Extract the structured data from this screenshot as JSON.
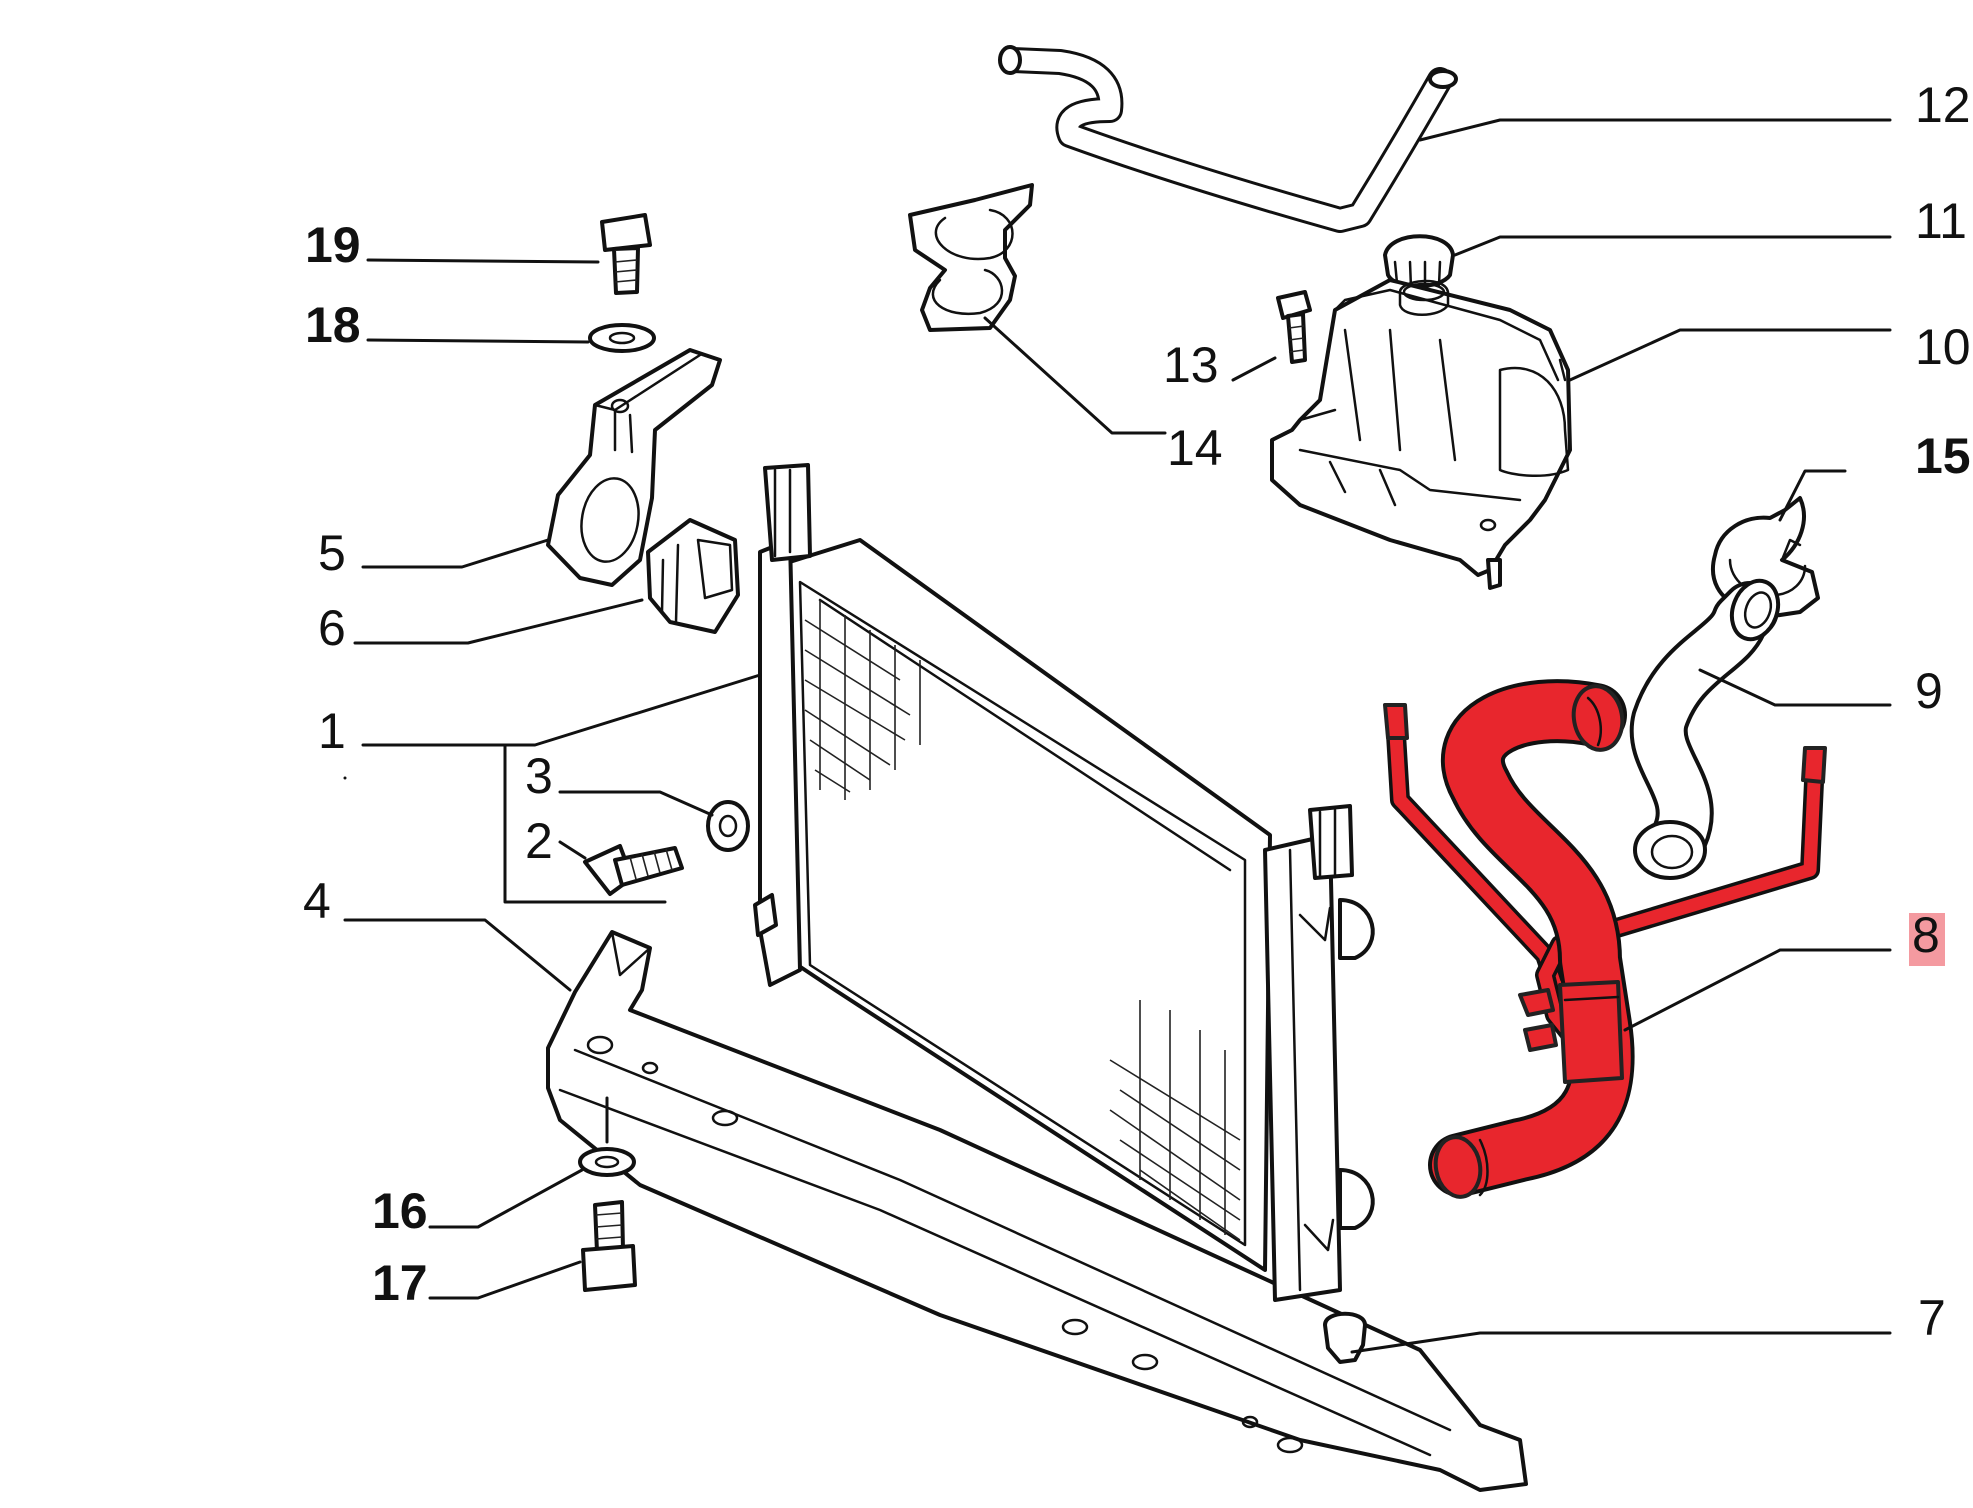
{
  "colors": {
    "highlight_part": "#e8262d",
    "highlight_label_bg": "#f49aa0",
    "line": "#111111"
  },
  "callouts": [
    {
      "id": "12",
      "text": "12",
      "bold": false
    },
    {
      "id": "11",
      "text": "11",
      "bold": false
    },
    {
      "id": "19",
      "text": "19",
      "bold": true
    },
    {
      "id": "18",
      "text": "18",
      "bold": true
    },
    {
      "id": "13",
      "text": "13",
      "bold": false
    },
    {
      "id": "10",
      "text": "10",
      "bold": false
    },
    {
      "id": "14",
      "text": "14",
      "bold": false
    },
    {
      "id": "15",
      "text": "15",
      "bold": true
    },
    {
      "id": "5",
      "text": "5",
      "bold": false
    },
    {
      "id": "6",
      "text": "6",
      "bold": false
    },
    {
      "id": "9",
      "text": "9",
      "bold": false
    },
    {
      "id": "1",
      "text": "1",
      "bold": false
    },
    {
      "id": "3",
      "text": "3",
      "bold": false
    },
    {
      "id": "2",
      "text": "2",
      "bold": false
    },
    {
      "id": "4",
      "text": "4",
      "bold": false
    },
    {
      "id": "8",
      "text": "8",
      "bold": false,
      "highlighted": true
    },
    {
      "id": "16",
      "text": "16",
      "bold": true
    },
    {
      "id": "17",
      "text": "17",
      "bold": true
    },
    {
      "id": "7",
      "text": "7",
      "bold": false
    }
  ]
}
